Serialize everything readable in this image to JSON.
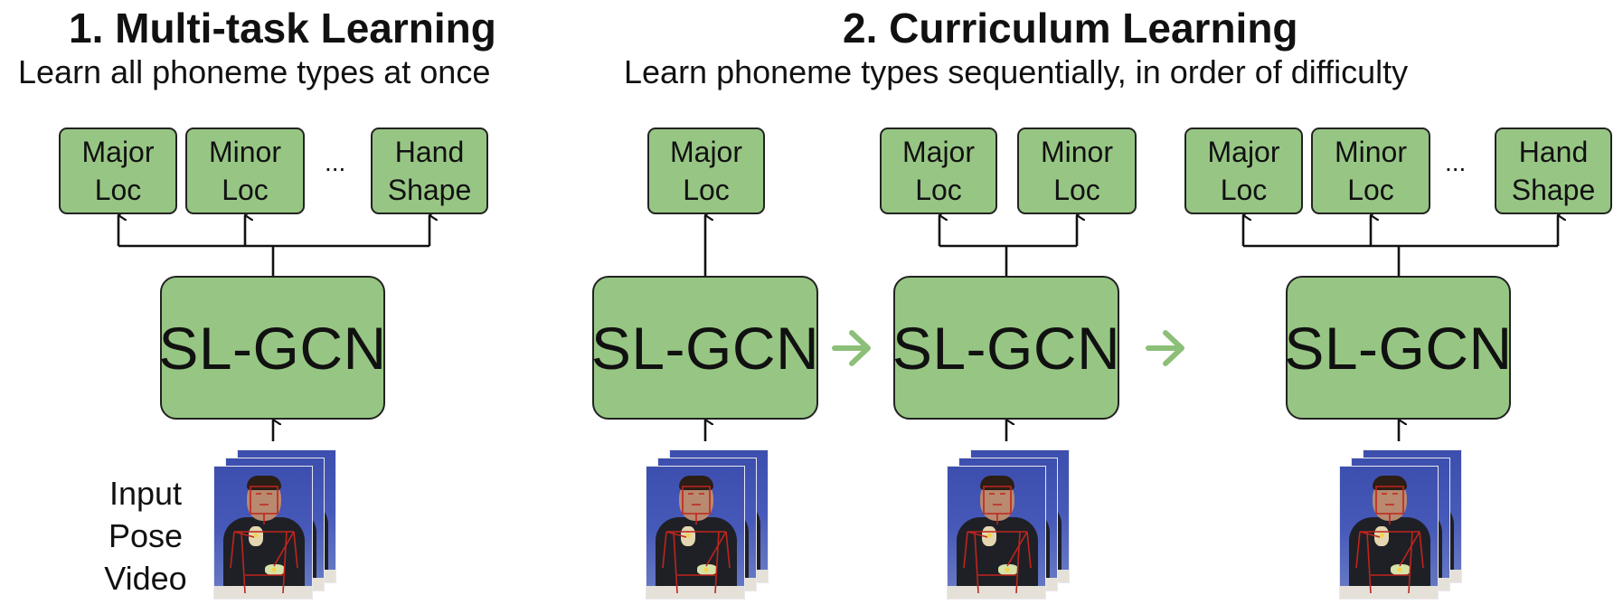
{
  "panels": {
    "multitask": {
      "title": "1. Multi-task Learning",
      "subtitle": "Learn all phoneme types at once"
    },
    "curriculum": {
      "title": "2. Curriculum Learning",
      "subtitle": "Learn phoneme types sequentially, in order of difficulty"
    }
  },
  "tasks": {
    "major_loc": "Major\nLoc",
    "minor_loc": "Minor\nLoc",
    "hand_shape": "Hand\nShape",
    "ellipsis": "..."
  },
  "model": {
    "label": "SL-GCN"
  },
  "input": {
    "label": "Input\nPose\nVideo"
  },
  "colors": {
    "box_fill": "#97c684",
    "box_border": "#222222",
    "arrow_green": "#8cbf78",
    "line": "#111111"
  }
}
